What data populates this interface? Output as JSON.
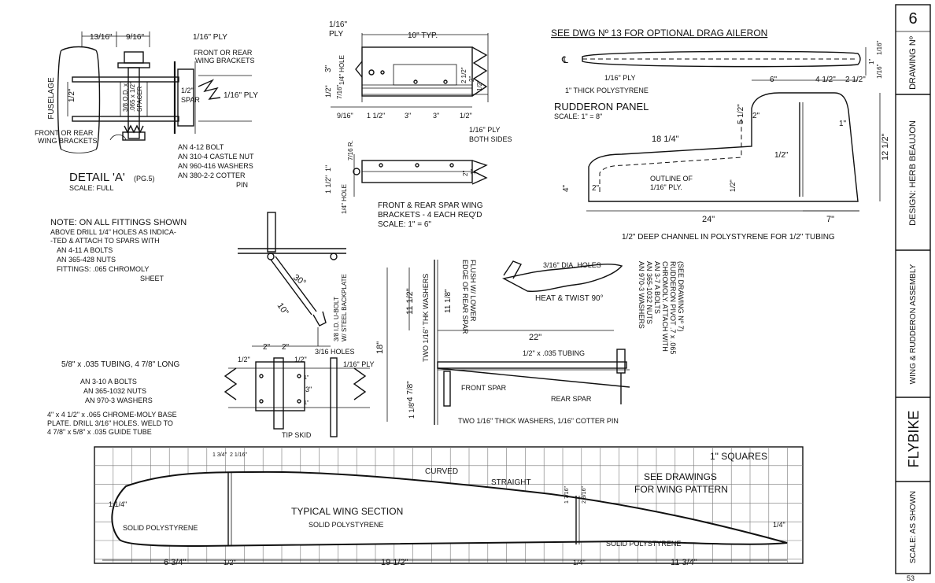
{
  "title_block": {
    "drawing_label": "DRAWING Nº",
    "drawing_number": "6",
    "design": "DESIGN: HERB BEAUJON",
    "assembly": "WING & RUDDERON ASSEMBLY",
    "name": "FLYBIKE",
    "scale": "SCALE: AS SHOWN"
  },
  "page_number": "53",
  "detail_a": {
    "dim_left": "13/16\"",
    "dim_right": "9/16\"",
    "ply_top": "1/16\" PLY",
    "front_rear_brackets_top": "FRONT OR REAR",
    "front_rear_brackets_top2": "WING BRACKETS",
    "fuselage": "FUSELAGE",
    "half_inch": "1/2\"",
    "spacer1": "3/8 O.D. x",
    "spacer2": ".065 x 1/2\"",
    "spacer3": "SPACER",
    "spar1": "1/2\"",
    "spar2": "SPAR",
    "ply_right": "1/16\" PLY",
    "front_rear_brackets_left": "FRONT OR REAR",
    "front_rear_brackets_left2": "WING BRACKETS",
    "bolt": "AN 4-12 BOLT",
    "nut": "AN 310-4 CASTLE NUT",
    "washers": "AN 960-416 WASHERS",
    "pin": "AN 380-2-2 COTTER",
    "pin2": "PIN",
    "title": "DETAIL 'A'",
    "title_ref": "(PG.5)",
    "scale": "SCALE: FULL"
  },
  "note": {
    "lines": [
      "NOTE: ON ALL FITTINGS SHOWN",
      "ABOVE DRILL 1/4\" HOLES AS INDICA-",
      "-TED & ATTACH TO SPARS WITH",
      "AN 4-11 A BOLTS",
      "AN 365-428 NUTS",
      "FITTINGS: .065 CHROMOLY",
      "SHEET"
    ]
  },
  "spar_brackets": {
    "ply_top": "1/16\"",
    "ply_top2": "PLY",
    "typ": "10\" TYP.",
    "hole": "1/4\" HOLE",
    "dim3": "3\"",
    "dim_half": "1/2\"",
    "dim716": "7/16\"",
    "dim_a": "2 1/2\"",
    "dim_b": "2\"",
    "dim_c": "1/2\"",
    "d916": "9/16\"",
    "d1half": "1 1/2\"",
    "d3a": "3\"",
    "d3b": "3\"",
    "dhalf": "1/2\"",
    "ply_both": "1/16\" PLY",
    "ply_both2": "BOTH SIDES",
    "r716": "7/16 R.",
    "dim1": "1\"",
    "dim1half": "1 1/2\"",
    "hole2": "1/4\" HOLE",
    "dim2": "2\"",
    "dim1b": "1\"",
    "title1": "FRONT & REAR SPAR WING",
    "title2": "BRACKETS - 4 EACH REQ'D",
    "scale": "SCALE: 1\" = 6\""
  },
  "rudderon": {
    "see_dwg": "SEE DWG Nº 13 FOR OPTIONAL DRAG AILERON",
    "cl": "℄",
    "ply": "1/16\" PLY",
    "poly": "1\" THICK POLYSTYRENE",
    "d_sixteenth": "1/16\"",
    "d_one": "1\"",
    "d_sixteenth2": "1/16\"",
    "title": "RUDDERON PANEL",
    "scale": "SCALE: 1\" = 8\"",
    "d6": "6\"",
    "d4half": "4 1/2\"",
    "d2half": "2 1/2\"",
    "d5half": "5 1/2\"",
    "d2": "2\"",
    "d1": "1\"",
    "d18q": "18 1/4\"",
    "d12half": "12 1/2\"",
    "dhalf": "1/2\"",
    "d4": "4\"",
    "d2b": "2\"",
    "outline1": "OUTLINE OF",
    "outline2": "1/16\" PLY.",
    "dhalf2": "1/2\"",
    "d24": "24\"",
    "d7": "7\"",
    "channel": "1/2\" DEEP CHANNEL IN POLYSTYRENE FOR 1/2\" TUBING"
  },
  "strut": {
    "angle": "30°",
    "len": "10\"",
    "ubolt1": "3/8 I.D. U-BOLT",
    "ubolt2": "W/ STEEL BACKPLATE"
  },
  "base_plate": {
    "d2a": "2\"",
    "d2b": "2\"",
    "holes": "3/16 HOLES",
    "dhalf": "1/2\"",
    "dhalf2": "1/2\"",
    "ply": "1/16\" PLY",
    "tubing": "5/8\" x .035 TUBING, 4 7/8\" LONG",
    "d1a": "1\"",
    "d3": "3\"",
    "d1b": "1\"",
    "bolts": "AN 3-10 A BOLTS",
    "nuts": "AN 365-1032 NUTS",
    "washers": "AN 970-3 WASHERS",
    "plate1": "4\" x 4 1/2\" x .065 CHROME-MOLY BASE",
    "plate2": "PLATE. DRILL 3/16\" HOLES. WELD TO",
    "plate3": "4 7/8\" x 5/8\" x .035 GUIDE TUBE",
    "skid": "TIP SKID"
  },
  "rudder_attach": {
    "flush1": "FLUSH W/ LOWER",
    "flush2": "EDGE OF REAR SPAR",
    "washers_two": "TWO 1/16\" THK WASHERS",
    "d18": "18\"",
    "d11half": "11 1/2\"",
    "d11eighth": "11 1/8\"",
    "d4eighth": "4 7/8\"",
    "d1eighth": "1 1/8\"",
    "d22": "22\"",
    "tubing": "1/2\" x .035 TUBING",
    "front_spar": "FRONT SPAR",
    "rear_spar": "REAR SPAR",
    "bottom_note": "TWO 1/16\" THICK WASHERS, 1/16\" COTTER PIN",
    "holes": "3/16\" DIA. HOLES",
    "heat": "HEAT & TWIST 90°",
    "see_lines": [
      "(SEE DRAWING Nº 7)",
      "RUDDERON PIVOT .7 x .065",
      "CHROMOLY. ATTACH WITH",
      "AN 3-7 A BOLTS",
      "AN 365-1032 NUTS",
      "AN 970-3 WASHERS"
    ]
  },
  "wing_section": {
    "squares": "1\" SQUARES",
    "curved": "CURVED",
    "straight": "STRAIGHT",
    "see1": "SEE DRAWINGS",
    "see2": "FOR WING PATTERN",
    "title": "TYPICAL WING SECTION",
    "poly_left": "SOLID POLYSTYRENE",
    "poly_mid": "SOLID POLYSTYRENE",
    "poly_right": "SOLID POLYSTYRENE",
    "d1q": "1 1/4\"",
    "d1quarter_right": "1/4\"",
    "d6q": "6 3/4\"",
    "dhalf": "1/2\"",
    "d19half": "19 1/2\"",
    "d1qb": "1/4\"",
    "d11q": "11 3/4\"",
    "top_a": "1 3/4\"",
    "top_b": "2 1/16\"",
    "mid_a": "1 7/16\"",
    "mid_b": "2 3/16\""
  }
}
